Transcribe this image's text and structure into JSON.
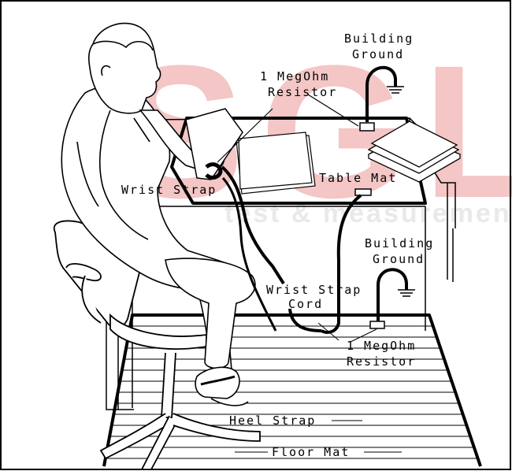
{
  "colors": {
    "line": "#000000",
    "background": "#ffffff",
    "watermark": "#f4c6c6",
    "watermark_text": "#e9e9e9"
  },
  "watermark": {
    "letters": "SGL",
    "tagline": "test & measurement"
  },
  "labels": {
    "building_ground_top_1": "Building",
    "building_ground_top_2": "Ground",
    "resistor_top_1": "1 MegOhm",
    "resistor_top_2": "Resistor",
    "wrist_strap": "Wrist Strap",
    "table_mat": "Table Mat",
    "building_ground_mid_1": "Building",
    "building_ground_mid_2": "Ground",
    "wrist_strap_cord_1": "Wrist Strap",
    "wrist_strap_cord_2": "Cord",
    "resistor_bottom_1": "1 MegOhm",
    "resistor_bottom_2": "Resistor",
    "heel_strap": "Heel Strap",
    "floor_mat": "Floor Mat"
  }
}
